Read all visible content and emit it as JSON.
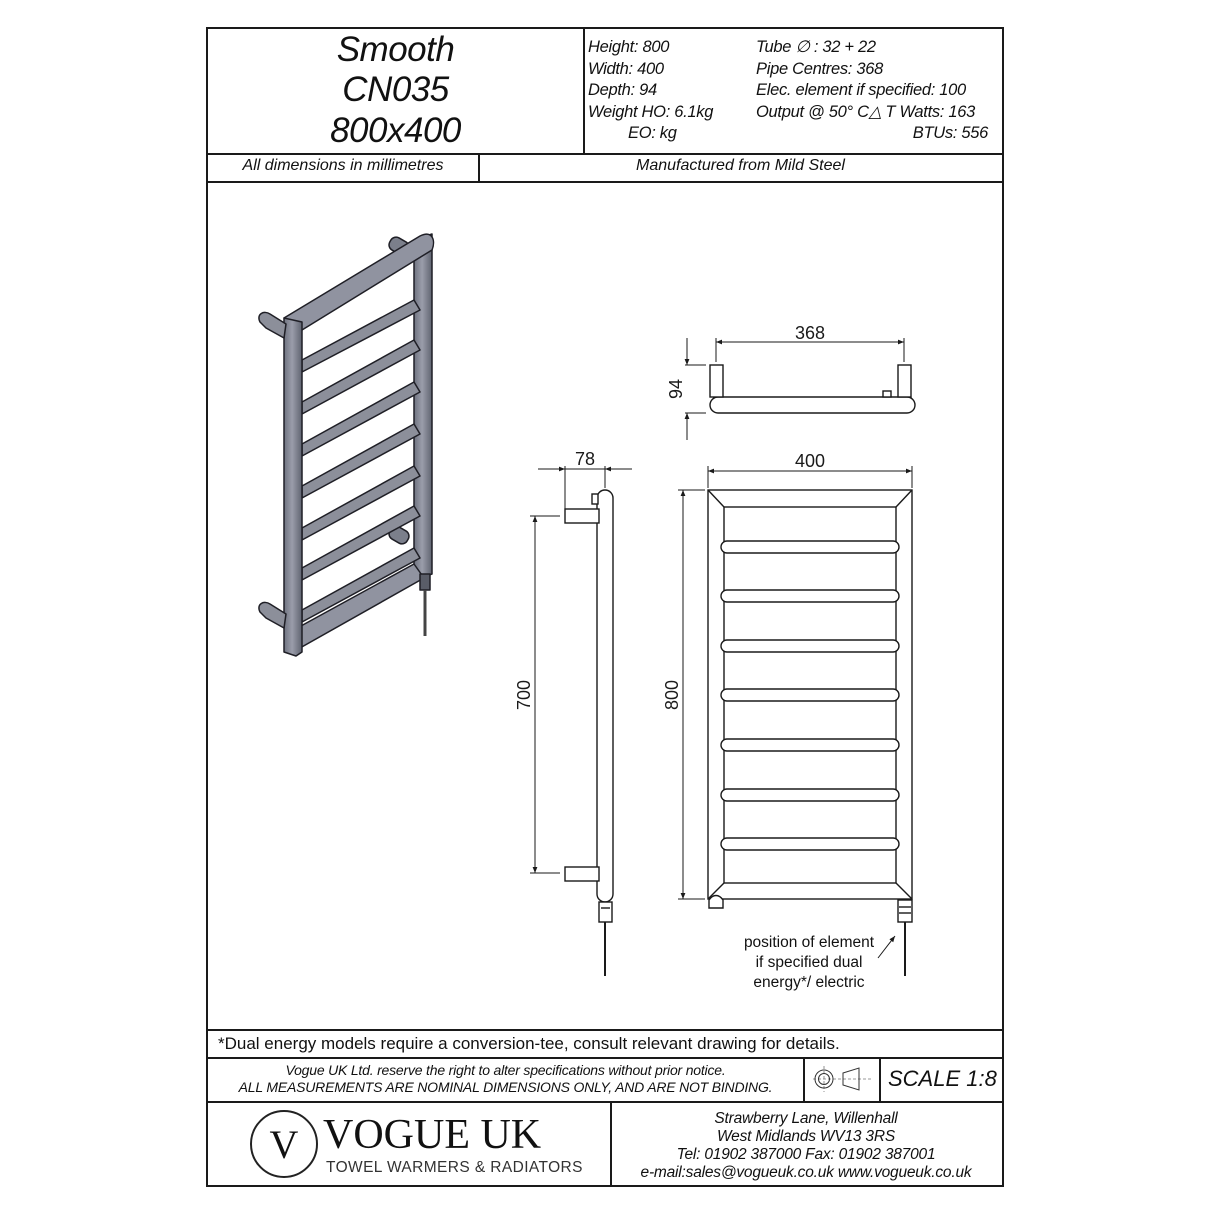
{
  "title_block": {
    "line1": "Smooth",
    "line2": "CN035",
    "line3": "800x400"
  },
  "specs": {
    "left": [
      "Height: 800",
      "Width: 400",
      "Depth: 94",
      "Weight HO: 6.1kg",
      "EO:  kg"
    ],
    "right": [
      "Tube ∅ : 32 + 22",
      "Pipe Centres: 368",
      "Elec. element if specified: 100",
      "Output @ 50° C△ T Watts: 163",
      "BTUs: 556"
    ]
  },
  "info_bar": {
    "units": "All dimensions in millimetres",
    "material": "Manufactured from Mild Steel"
  },
  "drawing": {
    "top_view": {
      "pipe_centres": "368",
      "depth": "94"
    },
    "side_view": {
      "projection": "78",
      "bracket_centres": "700"
    },
    "front_view": {
      "width": "400",
      "height": "800",
      "rail_count": 7
    },
    "callout": [
      "position of element",
      "if specified dual",
      "energy*/ electric"
    ],
    "line_color": "#1a1a1a",
    "iso_fill": "#8c8f9a"
  },
  "footnote": "*Dual energy models require a conversion-tee, consult relevant drawing for details.",
  "disclaimer": {
    "line1": "Vogue UK Ltd. reserve the right to alter specifications without prior notice.",
    "line2": "ALL MEASUREMENTS ARE NOMINAL DIMENSIONS ONLY, AND ARE NOT BINDING."
  },
  "projection_icon": "third-angle-projection-icon",
  "scale": "SCALE 1:8",
  "brand": {
    "monogram": "V",
    "name": "VOGUE UK",
    "tagline": "TOWEL WARMERS & RADIATORS"
  },
  "address": {
    "line1": "Strawberry Lane, Willenhall",
    "line2": "West Midlands WV13 3RS",
    "line3": "Tel: 01902 387000  Fax: 01902 387001",
    "line4": "e-mail:sales@vogueuk.co.uk  www.vogueuk.co.uk"
  }
}
